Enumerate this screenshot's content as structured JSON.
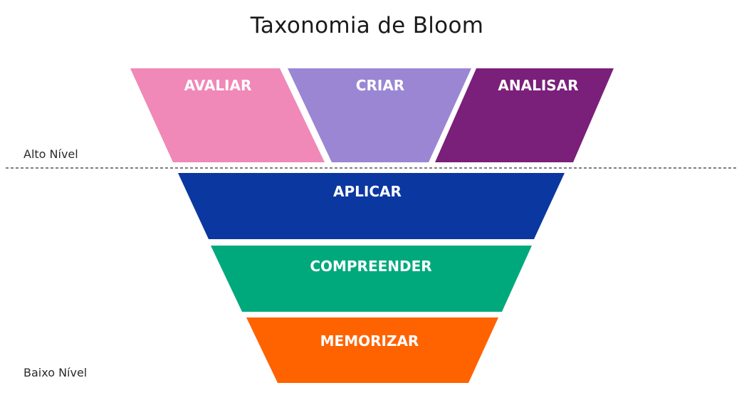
{
  "title": "Taxonomia de Bloom",
  "levels": {
    "high": "Alto Nível",
    "low": "Baixo Nível"
  },
  "segments": {
    "avaliar": {
      "label": "AVALIAR",
      "color": "#f088b8"
    },
    "criar": {
      "label": "CRIAR",
      "color": "#9b86d4"
    },
    "analisar": {
      "label": "ANALISAR",
      "color": "#7a1f7a"
    },
    "aplicar": {
      "label": "APLICAR",
      "color": "#0b37a0"
    },
    "compreender": {
      "label": "COMPREENDER",
      "color": "#00a97c"
    },
    "memorizar": {
      "label": "MEMORIZAR",
      "color": "#ff6300"
    }
  },
  "divider_color": "#333333"
}
